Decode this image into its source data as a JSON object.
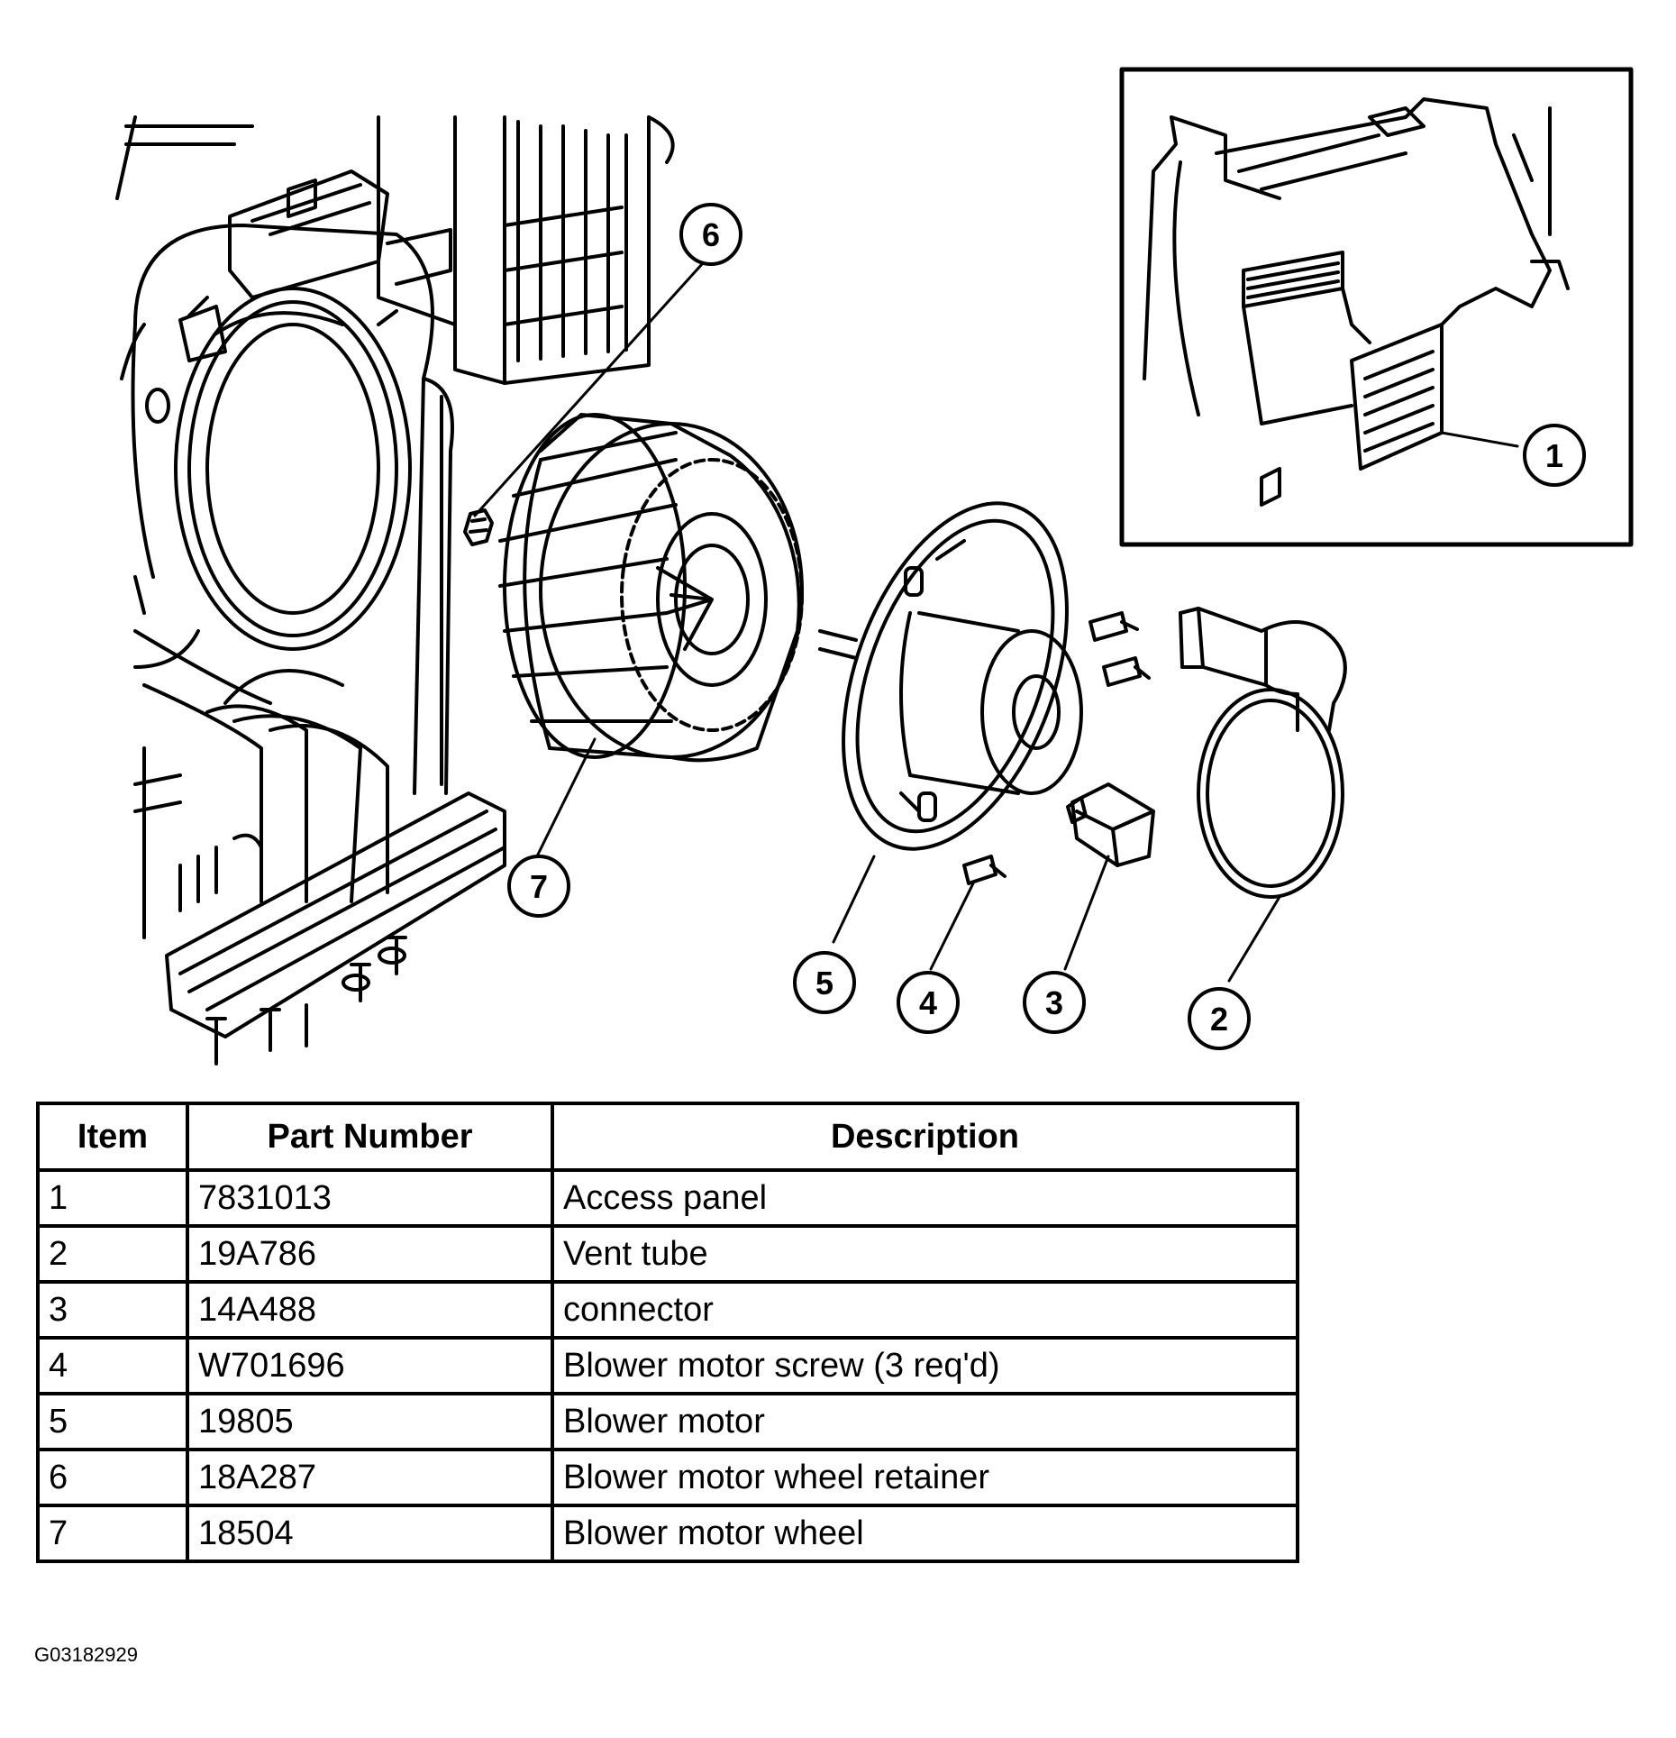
{
  "figure": {
    "callouts": [
      "1",
      "2",
      "3",
      "4",
      "5",
      "6",
      "7"
    ],
    "code": "G03182929"
  },
  "table": {
    "headers": [
      "Item",
      "Part Number",
      "Description"
    ],
    "rows": [
      {
        "item": "1",
        "part": "7831013",
        "description": "Access panel"
      },
      {
        "item": "2",
        "part": "19A786",
        "description": "Vent tube"
      },
      {
        "item": "3",
        "part": "14A488",
        "description": "connector"
      },
      {
        "item": "4",
        "part": "W701696",
        "description": "Blower motor screw (3 req'd)"
      },
      {
        "item": "5",
        "part": "19805",
        "description": "Blower motor"
      },
      {
        "item": "6",
        "part": "18A287",
        "description": "Blower motor wheel retainer"
      },
      {
        "item": "7",
        "part": "18504",
        "description": "Blower motor wheel"
      }
    ]
  }
}
